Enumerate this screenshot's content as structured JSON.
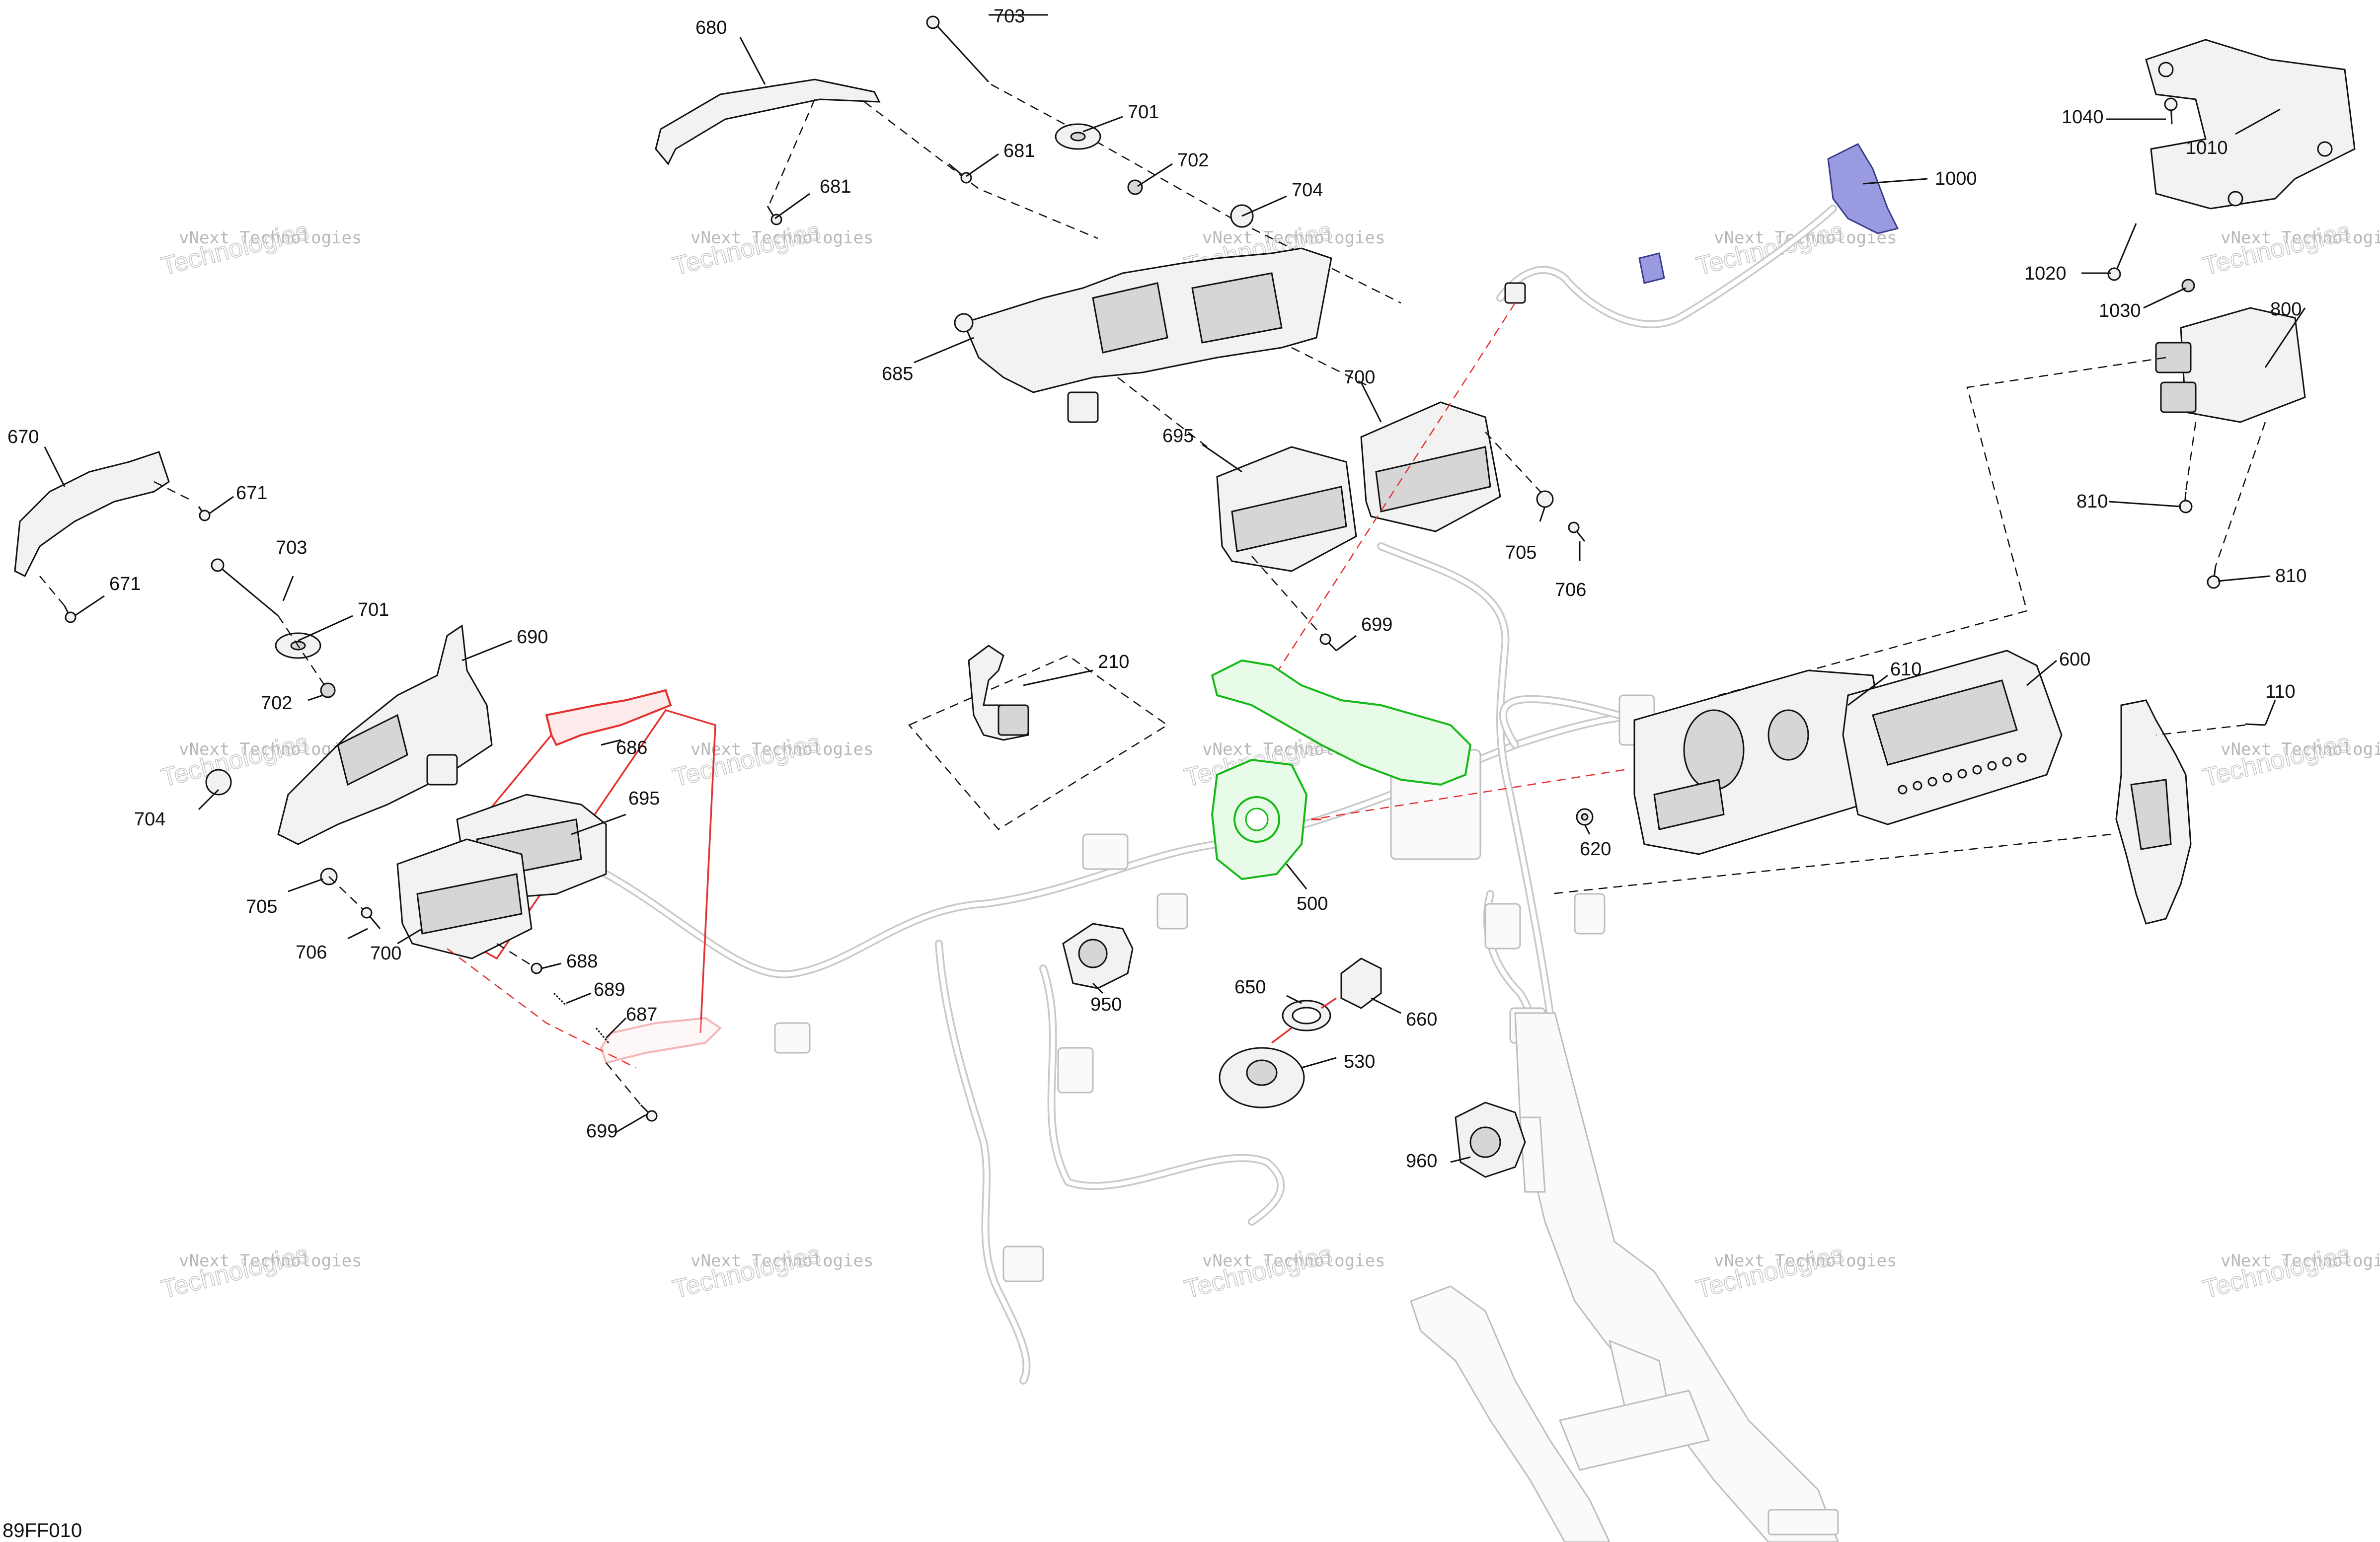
{
  "diagram_code": "89FF010",
  "watermark": {
    "line1": "vNext Technologies",
    "line2": "Technologies"
  },
  "colors": {
    "highlight_green": "#18b818",
    "highlight_red": "#e53030",
    "highlight_blue": "#9a9ae0"
  },
  "labels": {
    "l680": "680",
    "l703a": "703",
    "l701a": "701",
    "l681a": "681",
    "l702a": "702",
    "l681b": "681",
    "l704a": "704",
    "l685": "685",
    "l700a": "700",
    "l695a": "695",
    "l705a": "705",
    "l706a": "706",
    "l699a": "699",
    "l1000": "1000",
    "l1040": "1040",
    "l1010": "1010",
    "l1020": "1020",
    "l1030": "1030",
    "l800": "800",
    "l810a": "810",
    "l810b": "810",
    "l670": "670",
    "l671a": "671",
    "l671b": "671",
    "l703b": "703",
    "l701b": "701",
    "l690": "690",
    "l702b": "702",
    "l704b": "704",
    "l686": "686",
    "l695b": "695",
    "l705b": "705",
    "l706b": "706",
    "l700b": "700",
    "l688": "688",
    "l689": "689",
    "l687": "687",
    "l699b": "699",
    "l210": "210",
    "l500": "500",
    "l950": "950",
    "l650": "650",
    "l660": "660",
    "l530": "530",
    "l960": "960",
    "l620": "620",
    "l610": "610",
    "l600": "600",
    "l110": "110"
  }
}
